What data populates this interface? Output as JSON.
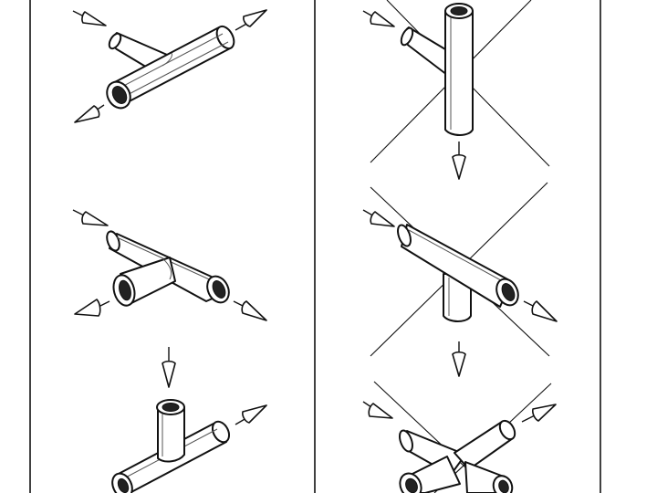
{
  "sheet": {
    "panels": [
      "left-column",
      "right-column"
    ],
    "fittings": [
      "angled-tee-top-left",
      "tee-middle-left",
      "tee-vertical-bottom-left",
      "angled-tee-vertical-top-right",
      "tee-down-middle-right",
      "cross-bottom-right"
    ],
    "arrow_icon": "cone-arrow-icon",
    "colors": {
      "ink": "#111111",
      "paper": "#ffffff",
      "bore": "#222222"
    }
  }
}
